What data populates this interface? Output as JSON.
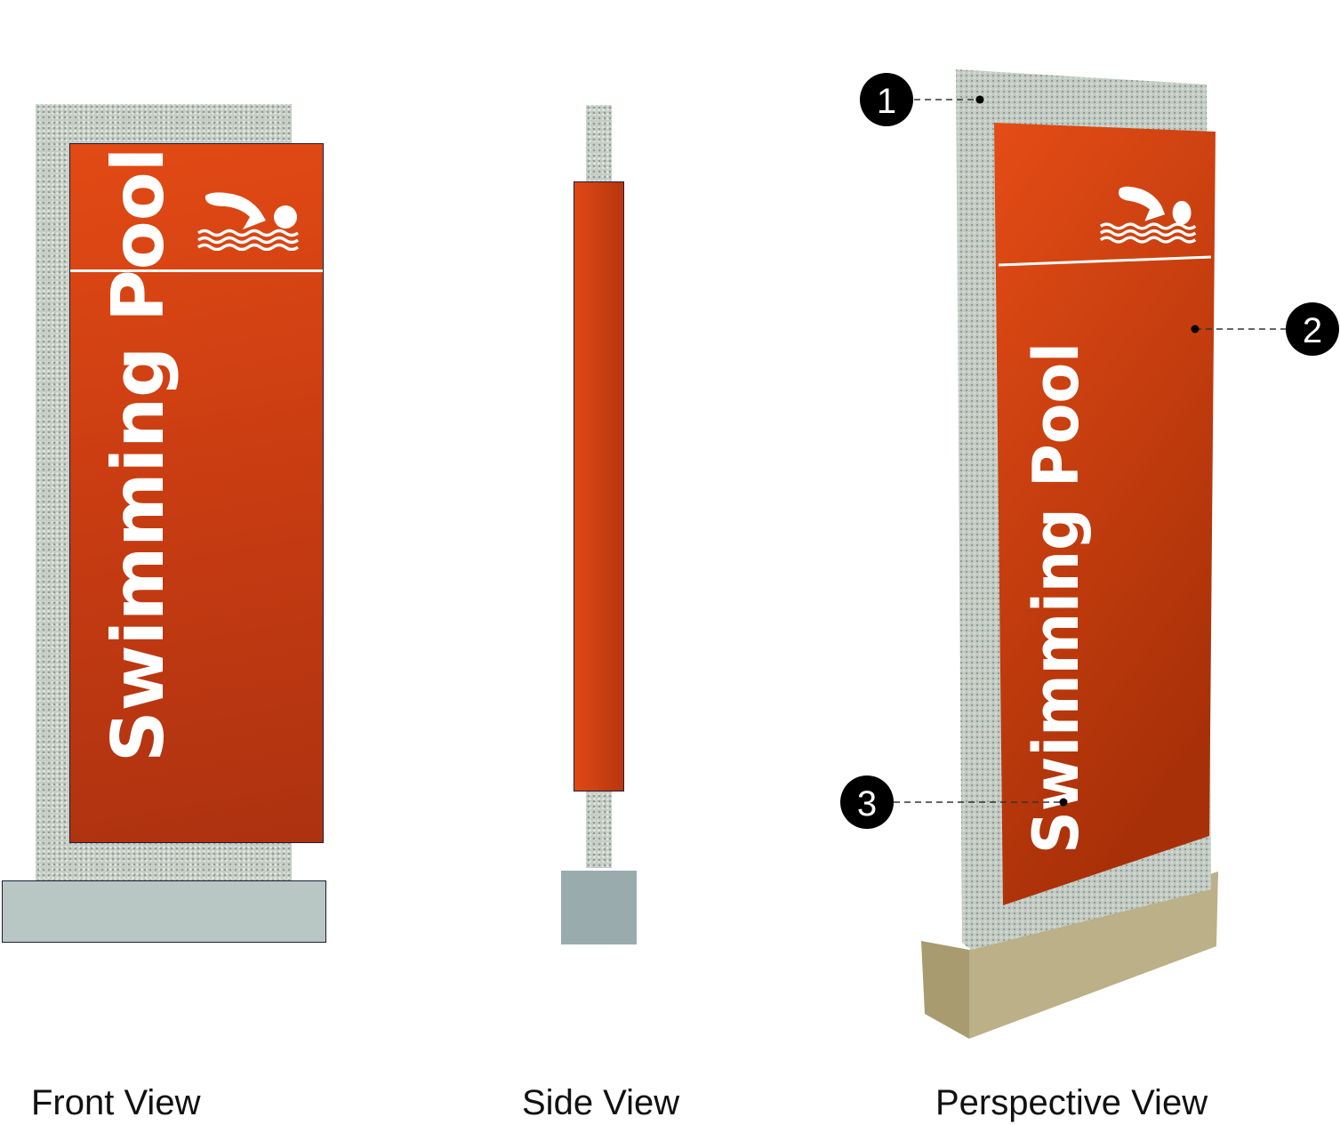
{
  "sign_text": "Swimming Pool",
  "views": {
    "front": "Front View",
    "side": "Side View",
    "perspective": "Perspective View"
  },
  "callouts": [
    "1",
    "2",
    "3"
  ],
  "icons": {
    "pictogram": "swimmer-icon"
  },
  "colors": {
    "panel": "#d8440f",
    "granite": "#c5cec6",
    "base_front": "#b8c6c4",
    "base_side": "#9aabae",
    "base_perspective": "#b5aa80"
  }
}
